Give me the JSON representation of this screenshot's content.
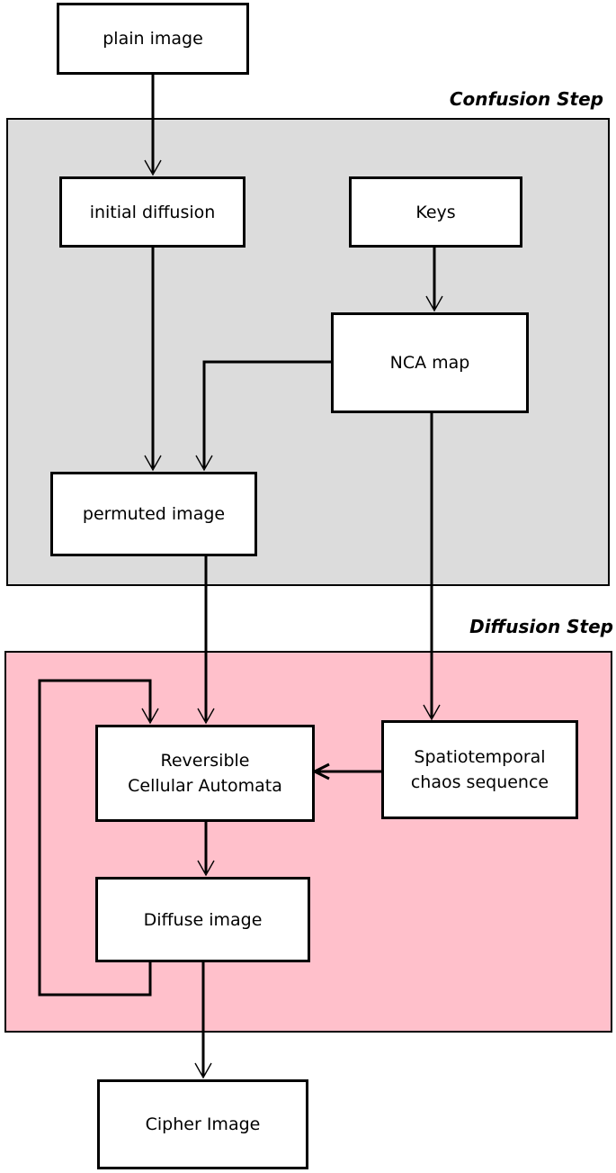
{
  "regions": {
    "confusion": {
      "label": "Confusion Step",
      "color": "#dcdcdc"
    },
    "diffusion": {
      "label": "Diffusion Step",
      "color": "#ffc0cb"
    }
  },
  "nodes": {
    "plain_image": "plain image",
    "initial_diffusion": "initial diffusion",
    "keys": "Keys",
    "nca_map": "NCA map",
    "permuted_image": "permuted image",
    "reversible_ca": "Reversible\nCellular Automata",
    "spatiotemporal": "Spatiotemporal\nchaos sequence",
    "diffuse_image": "Diffuse image",
    "cipher_image": "Cipher Image"
  },
  "edges": [
    {
      "from": "plain_image",
      "to": "initial_diffusion"
    },
    {
      "from": "initial_diffusion",
      "to": "permuted_image"
    },
    {
      "from": "keys",
      "to": "nca_map"
    },
    {
      "from": "nca_map",
      "to": "permuted_image"
    },
    {
      "from": "nca_map",
      "to": "spatiotemporal"
    },
    {
      "from": "permuted_image",
      "to": "reversible_ca"
    },
    {
      "from": "spatiotemporal",
      "to": "reversible_ca"
    },
    {
      "from": "reversible_ca",
      "to": "diffuse_image"
    },
    {
      "from": "diffuse_image",
      "to": "reversible_ca"
    },
    {
      "from": "diffuse_image",
      "to": "cipher_image"
    }
  ]
}
